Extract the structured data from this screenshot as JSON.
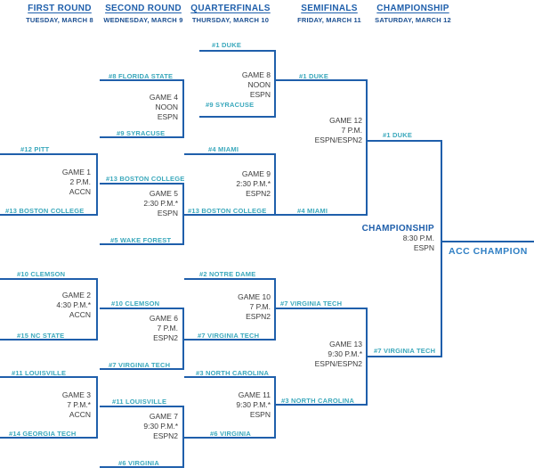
{
  "columns": [
    {
      "round": "FIRST ROUND",
      "date": "TUESDAY, MARCH 8"
    },
    {
      "round": "SECOND ROUND",
      "date": "WEDNESDAY, MARCH 9"
    },
    {
      "round": "QUARTERFINALS",
      "date": "THURSDAY, MARCH 10"
    },
    {
      "round": "SEMIFINALS",
      "date": "FRIDAY, MARCH 11"
    },
    {
      "round": "CHAMPIONSHIP",
      "date": "SATURDAY, MARCH 12"
    }
  ],
  "games": {
    "g1": {
      "label": "GAME 1",
      "time": "2 P.M.",
      "net": "ACCN",
      "top": "#12 PITT",
      "bottom": "#13 BOSTON COLLEGE"
    },
    "g2": {
      "label": "GAME 2",
      "time": "4:30 P.M.*",
      "net": "ACCN",
      "top": "#10 CLEMSON",
      "bottom": "#15 NC STATE"
    },
    "g3": {
      "label": "GAME 3",
      "time": "7 P.M.*",
      "net": "ACCN",
      "top": "#11 LOUISVILLE",
      "bottom": "#14 GEORGIA TECH"
    },
    "g4": {
      "label": "GAME 4",
      "time": "NOON",
      "net": "ESPN",
      "top": "#8 FLORIDA STATE",
      "bottom": "#9 SYRACUSE"
    },
    "g5": {
      "label": "GAME 5",
      "time": "2:30 P.M.*",
      "net": "ESPN",
      "top": "#13 BOSTON COLLEGE",
      "bottom": "#5 WAKE FOREST"
    },
    "g6": {
      "label": "GAME 6",
      "time": "7 P.M.",
      "net": "ESPN2",
      "top": "#10 CLEMSON",
      "bottom": "#7 VIRGINIA TECH"
    },
    "g7": {
      "label": "GAME 7",
      "time": "9:30 P.M.*",
      "net": "ESPN2",
      "top": "#11 LOUISVILLE",
      "bottom": "#6 VIRGINIA"
    },
    "g8": {
      "label": "GAME 8",
      "time": "NOON",
      "net": "ESPN",
      "top": "#1 DUKE",
      "bottom": "#9 SYRACUSE"
    },
    "g9": {
      "label": "GAME 9",
      "time": "2:30 P.M.*",
      "net": "ESPN2",
      "top": "#4 MIAMI",
      "bottom": "#13 BOSTON COLLEGE"
    },
    "g10": {
      "label": "GAME 10",
      "time": "7 P.M.",
      "net": "ESPN2",
      "top": "#2 NOTRE DAME",
      "bottom": "#7 VIRGINIA TECH"
    },
    "g11": {
      "label": "GAME 11",
      "time": "9:30 P.M.*",
      "net": "ESPN",
      "top": "#3 NORTH CAROLINA",
      "bottom": "#6 VIRGINIA"
    },
    "g12": {
      "label": "GAME 12",
      "time": "7 P.M.",
      "net": "ESPN/ESPN2",
      "top": "#1 DUKE",
      "bottom": "#4 MIAMI"
    },
    "g13": {
      "label": "GAME 13",
      "time": "9:30 P.M.*",
      "net": "ESPN/ESPN2",
      "top": "#7 VIRGINIA TECH",
      "bottom": "#3 NORTH CAROLINA"
    }
  },
  "final": {
    "title": "CHAMPIONSHIP",
    "time": "8:30 P.M.",
    "net": "ESPN",
    "top_feed": "#1 DUKE",
    "bottom_feed": "#7 VIRGINIA TECH",
    "champion_label": "ACC CHAMPION"
  }
}
